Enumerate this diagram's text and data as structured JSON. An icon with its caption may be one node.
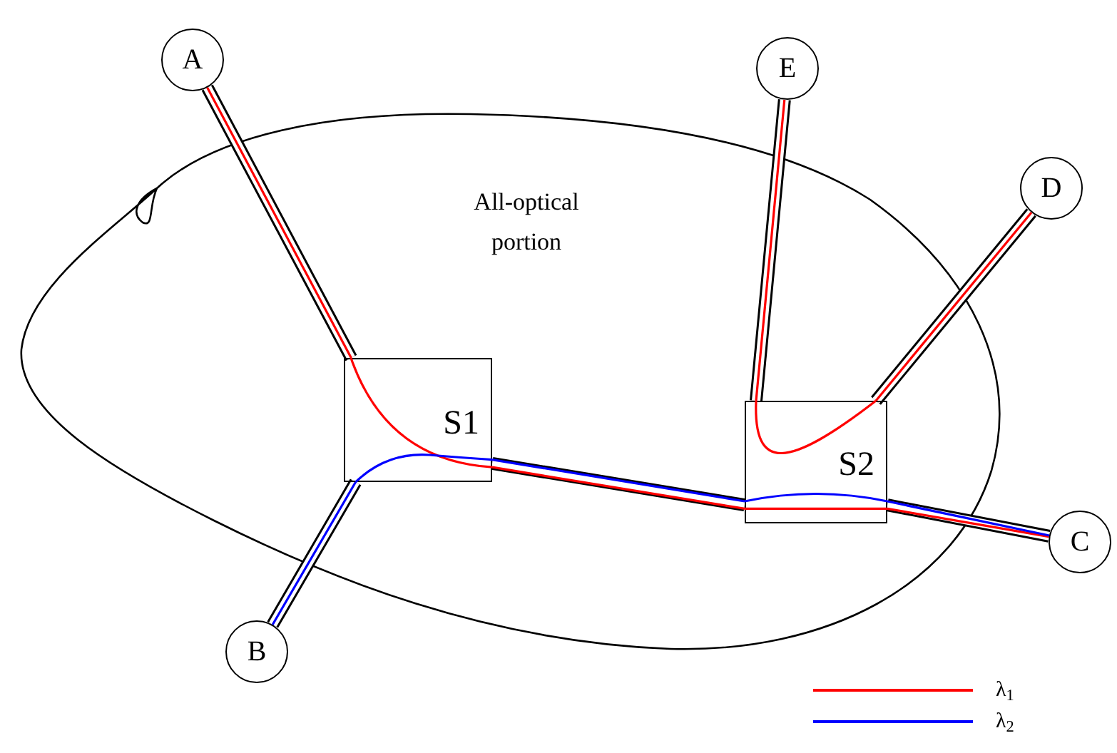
{
  "diagram": {
    "nodes": [
      {
        "text": [
          "All-optical portion"
        ]
      },
      {
        "text": [
          "A"
        ]
      },
      {
        "text": [
          "B"
        ]
      },
      {
        "text": [
          "C"
        ]
      },
      {
        "text": [
          "D"
        ]
      },
      {
        "text": [
          "E"
        ]
      },
      {
        "text": [
          "S1"
        ],
        "in": 0
      },
      {
        "text": [
          "S2"
        ],
        "in": 0
      }
    ],
    "edges": [
      {
        "from": 1,
        "to": 6,
        "arrow": "none",
        "style": "thick"
      },
      {
        "from": 2,
        "to": 6,
        "arrow": "none",
        "style": "thick"
      },
      {
        "from": 6,
        "to": 7,
        "arrow": "none",
        "style": "thick"
      },
      {
        "from": 7,
        "to": 3,
        "arrow": "none",
        "style": "thick"
      },
      {
        "from": 5,
        "to": 7,
        "arrow": "none",
        "style": "thick"
      },
      {
        "from": 4,
        "to": 7,
        "arrow": "none",
        "style": "thick"
      },
      {
        "from": 1,
        "to": 6,
        "arrow": "none",
        "color": "#ff0000"
      },
      {
        "from": 6,
        "to": 7,
        "arrow": "none",
        "color": "#ff0000"
      },
      {
        "from": 7,
        "to": 3,
        "arrow": "none",
        "color": "#ff0000"
      },
      {
        "from": 2,
        "to": 6,
        "arrow": "none",
        "color": "#0000ff"
      },
      {
        "from": 6,
        "to": 7,
        "arrow": "none",
        "color": "#0000ff"
      },
      {
        "from": 7,
        "to": 3,
        "arrow": "none",
        "color": "#0000ff"
      },
      {
        "from": 5,
        "to": 7,
        "arrow": "none",
        "color": "#ff0000"
      },
      {
        "from": 7,
        "to": 4,
        "arrow": "none",
        "color": "#ff0000"
      }
    ],
    "legend": [
      {
        "text": "λ$_{1}$",
        "color": "#ff0000"
      },
      {
        "text": "λ$_{2}$",
        "color": "#0000ff"
      }
    ]
  }
}
